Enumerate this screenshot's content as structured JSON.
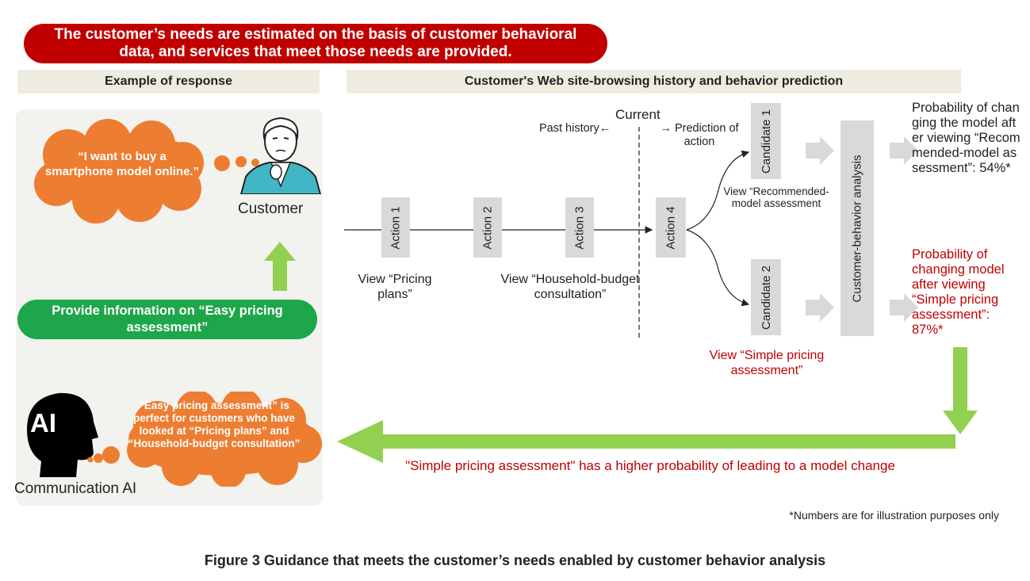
{
  "banner": "The customer’s needs are estimated on the basis of customer behavioral data, and services that meet those needs are provided.",
  "headers": {
    "left": "Example of response",
    "right": "Customer's Web site-browsing history and behavior prediction"
  },
  "customer": {
    "thought": "“I want to buy a smartphone model online.”",
    "label": "Customer"
  },
  "provide_info": "Provide information on “Easy pricing assessment”",
  "ai": {
    "icon_text": "AI",
    "thought": "“Easy pricing assessment” is perfect for customers who have looked at “Pricing plans” and “Household-budget consultation”",
    "label": "Communication AI"
  },
  "timeline": {
    "current": "Current",
    "past": "Past history←",
    "prediction": "→ Prediction of action",
    "actions": [
      "Action 1",
      "Action 2",
      "Action 3",
      "Action 4"
    ],
    "action1_desc": "View “Pricing plans”",
    "action3_desc": "View “Household-budget consultation”"
  },
  "candidates": {
    "c1": "Candidate 1",
    "c1_desc": "View “Recommended-model assessment",
    "c2": "Candidate 2",
    "c2_desc": "View “Simple pricing assessment”"
  },
  "analysis": "Customer-behavior analysis",
  "prob1": "Probability of changing the model after viewing “Recommended-model assessment”: 54%*",
  "prob2": "Probability of changing model after viewing “Simple pricing assessment”: 87%*",
  "conclusion": "\"Simple pricing assessment\" has a higher probability of leading to a model change",
  "footnote": "*Numbers are for illustration purposes only",
  "caption": "Figure 3  Guidance that meets the customer’s needs enabled by customer behavior analysis",
  "colors": {
    "banner_red": "#c00000",
    "cloud_orange": "#ed7d31",
    "green_pill": "#1ea64a",
    "arrow_green": "#92d050",
    "box_gray": "#d9d9d9"
  }
}
